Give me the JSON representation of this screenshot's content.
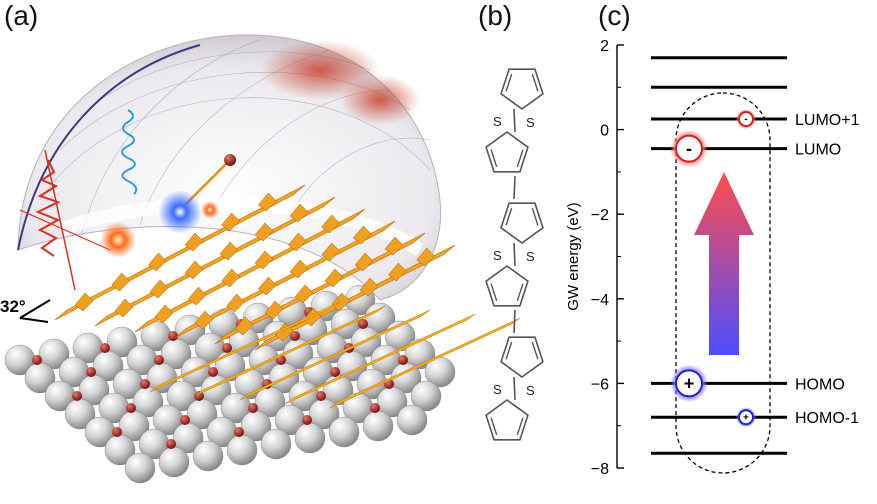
{
  "panels": {
    "a": "(a)",
    "b": "(b)",
    "c": "(c)"
  },
  "panel_a": {
    "angle_label": "32°"
  },
  "panel_b": {
    "atom_label": "S",
    "ring_count": 6
  },
  "panel_c": {
    "ylabel": "GW energy (eV)",
    "ylim": [
      -8,
      2
    ],
    "yticks": [
      "2",
      "0",
      "−2",
      "−4",
      "−6",
      "−8"
    ],
    "levels": [
      {
        "energy": 1.7,
        "label": ""
      },
      {
        "energy": 1.0,
        "label": ""
      },
      {
        "energy": 0.25,
        "label": "LUMO+1"
      },
      {
        "energy": -0.45,
        "label": "LUMO"
      },
      {
        "energy": -6.0,
        "label": "HOMO"
      },
      {
        "energy": -6.8,
        "label": "HOMO-1"
      },
      {
        "energy": -7.65,
        "label": ""
      }
    ],
    "electron_symbol": "-",
    "hole_symbol": "+",
    "colors": {
      "electron": "#cc2222",
      "hole": "#2222cc",
      "arrow_top": "#ff4444",
      "arrow_bottom": "#4444ff"
    }
  }
}
